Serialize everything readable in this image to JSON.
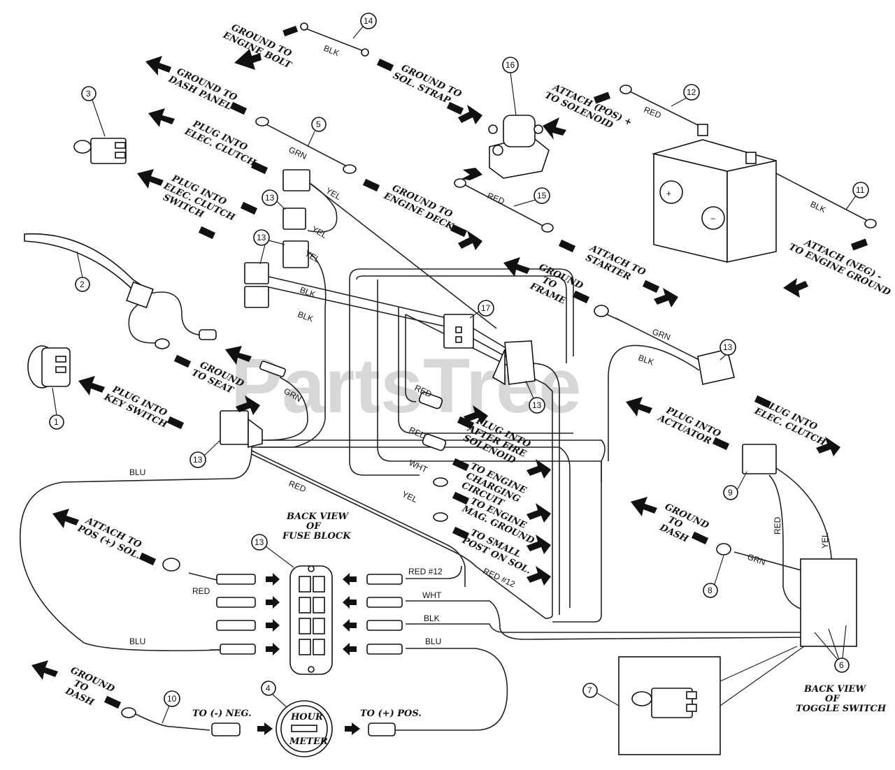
{
  "watermark": "PartsTree",
  "parts": [
    {
      "id": "1",
      "name": "key switch"
    },
    {
      "id": "2",
      "name": "seat switch"
    },
    {
      "id": "3",
      "name": "toggle switch"
    },
    {
      "id": "4",
      "name": "hour meter"
    },
    {
      "id": "5",
      "name": "ground wire GRN"
    },
    {
      "id": "6",
      "name": "toggle switch terminals"
    },
    {
      "id": "7",
      "name": "toggle switch detail"
    },
    {
      "id": "8",
      "name": "ground wire GRN"
    },
    {
      "id": "9",
      "name": "actuator connector"
    },
    {
      "id": "10",
      "name": "ground wire"
    },
    {
      "id": "11",
      "name": "battery cable BLK"
    },
    {
      "id": "12",
      "name": "battery cable RED"
    },
    {
      "id": "13",
      "name": "connectors"
    },
    {
      "id": "14",
      "name": "ground strap BLK"
    },
    {
      "id": "15",
      "name": "starter cable RED"
    },
    {
      "id": "16",
      "name": "solenoid"
    },
    {
      "id": "17",
      "name": "connector"
    }
  ],
  "labels": {
    "ground_engine_bolt": [
      "GROUND TO",
      "ENGINE BOLT"
    ],
    "ground_sol_strap": [
      "GROUND TO",
      "SOL. STRAP"
    ],
    "attach_pos_solenoid": [
      "ATTACH (POS) +",
      "TO SOLENOID"
    ],
    "ground_dash_panel": [
      "GROUND TO",
      "DASH PANEL"
    ],
    "plug_elec_clutch_1": [
      "PLUG INTO",
      "ELEC. CLUTCH"
    ],
    "plug_elec_clutch_switch": [
      "PLUG INTO",
      "ELEC. CLUTCH",
      "SWITCH"
    ],
    "ground_engine_deck": [
      "GROUND TO",
      "ENGINE DECK"
    ],
    "attach_starter": [
      "ATTACH TO",
      "STARTER"
    ],
    "ground_frame": [
      "GROUND",
      "TO",
      "FRAME"
    ],
    "attach_neg_engine_ground": [
      "ATTACH (NEG) -",
      "TO ENGINE GROUND"
    ],
    "ground_seat": [
      "GROUND",
      "TO SEAT"
    ],
    "plug_key_switch": [
      "PLUG INTO",
      "KEY SWITCH"
    ],
    "plug_after_fire": [
      "PLUG INTO",
      "AFTER FIRE",
      "SOLENOID"
    ],
    "engine_charging": [
      "TO ENGINE",
      "CHARGING",
      "CIRCUIT"
    ],
    "engine_mag_ground": [
      "TO ENGINE",
      "MAG. GROUND"
    ],
    "small_post_sol": [
      "TO SMALL",
      "POST ON SOL."
    ],
    "plug_actuator": [
      "PLUG INTO",
      "ACTUATOR"
    ],
    "plug_elec_clutch_2": [
      "PLUG INTO",
      "ELEC. CLUTCH"
    ],
    "ground_dash_right": [
      "GROUND",
      "TO",
      "DASH"
    ],
    "attach_pos_sol": [
      "ATTACH TO",
      "POS (+) SOL."
    ],
    "back_view_fuse": [
      "BACK VIEW",
      "OF",
      "FUSE BLOCK"
    ],
    "ground_dash_left": [
      "GROUND",
      "TO",
      "DASH"
    ],
    "to_neg": "TO (-) NEG.",
    "to_pos": "TO (+) POS.",
    "hour_meter": [
      "HOUR",
      "METER"
    ],
    "back_view_toggle": [
      "BACK VIEW",
      "OF",
      "TOGGLE SWITCH"
    ]
  },
  "wire_labels": {
    "blk": "BLK",
    "red": "RED",
    "grn": "GRN",
    "yel": "YEL",
    "blu": "BLU",
    "wht": "WHT",
    "red12": "RED #12"
  }
}
